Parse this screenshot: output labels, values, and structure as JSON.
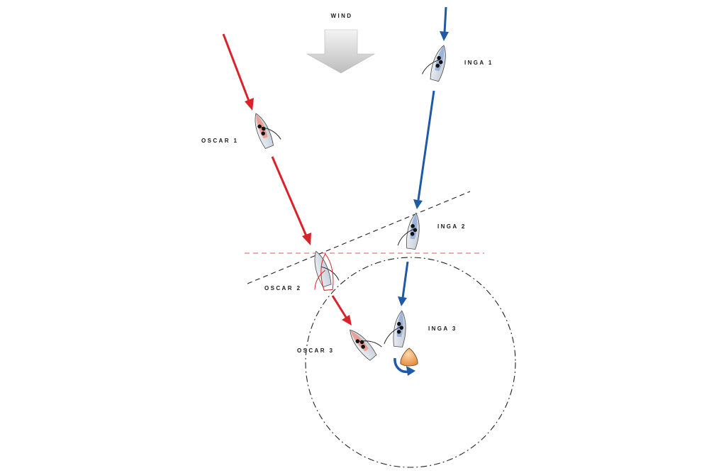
{
  "wind": {
    "label": "WIND"
  },
  "boats": [
    {
      "id": "oscar-1",
      "label": "OSCAR 1",
      "color": "#d9222a"
    },
    {
      "id": "oscar-2",
      "label": "OSCAR 2",
      "color": "#d9222a"
    },
    {
      "id": "oscar-3",
      "label": "OSCAR 3",
      "color": "#d9222a"
    },
    {
      "id": "inga-1",
      "label": "INGA 1",
      "color": "#1f5aa6"
    },
    {
      "id": "inga-2",
      "label": "INGA 2",
      "color": "#1f5aa6"
    },
    {
      "id": "inga-3",
      "label": "INGA 3",
      "color": "#1f5aa6"
    }
  ],
  "colors": {
    "oscar_track": "#d9222a",
    "inga_track": "#1f5aa6",
    "mark": "#f0a35b",
    "zone": "#222222",
    "wind_arrow": "#cfcfcf"
  },
  "icons": {
    "wind": "wind-arrow-icon",
    "mark": "turning-mark-icon",
    "rounding": "rounding-arrow-icon"
  }
}
